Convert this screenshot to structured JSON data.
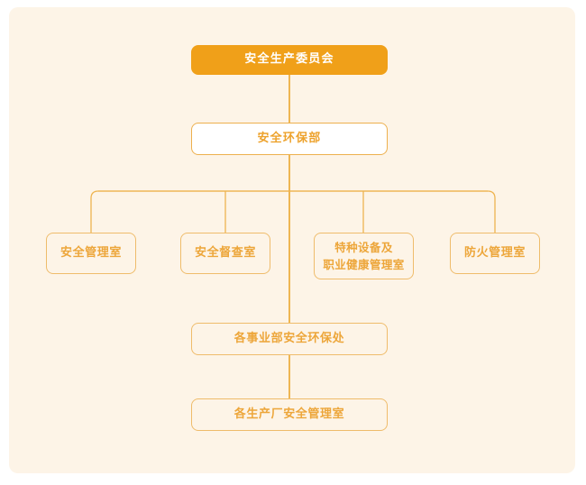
{
  "theme": {
    "page_background": "#ffffff",
    "panel_background": "#fdf4e7",
    "accent": "#f0a019",
    "line_color": "#eeb450",
    "trunk_line_color": "#eaa72e",
    "box_border": "#efbc6b",
    "primary_border": "#edb04e",
    "text_orange": "#eda63a",
    "text_white": "#ffffff"
  },
  "chart_data": {
    "type": "diagram",
    "title": "",
    "orientation": "top-down",
    "nodes": [
      {
        "id": "n1",
        "label": "安全生产委员会",
        "level": 1,
        "style": "root"
      },
      {
        "id": "n2",
        "label": "安全环保部",
        "level": 2,
        "style": "primary"
      },
      {
        "id": "n3",
        "label": "安全管理室",
        "level": 3,
        "style": "plain"
      },
      {
        "id": "n4",
        "label": "安全督查室",
        "level": 3,
        "style": "plain"
      },
      {
        "id": "n5",
        "label": "特种设备及\n职业健康管理室",
        "level": 3,
        "style": "plain"
      },
      {
        "id": "n6",
        "label": "防火管理室",
        "level": 3,
        "style": "plain"
      },
      {
        "id": "n7",
        "label": "各事业部安全环保处",
        "level": 4,
        "style": "plain"
      },
      {
        "id": "n8",
        "label": "各生产厂安全管理室",
        "level": 5,
        "style": "plain"
      }
    ],
    "edges": [
      {
        "from": "n1",
        "to": "n2"
      },
      {
        "from": "n2",
        "to": "n3"
      },
      {
        "from": "n2",
        "to": "n4"
      },
      {
        "from": "n2",
        "to": "n5"
      },
      {
        "from": "n2",
        "to": "n6"
      },
      {
        "from": "n2",
        "to": "n7"
      },
      {
        "from": "n7",
        "to": "n8"
      }
    ]
  },
  "org": {
    "root": {
      "label": "安全生产委员会"
    },
    "department": {
      "label": "安全环保部"
    },
    "offices": [
      {
        "label": "安全管理室"
      },
      {
        "label": "安全督查室"
      },
      {
        "label": "特种设备及\n职业健康管理室"
      },
      {
        "label": "防火管理室"
      }
    ],
    "division_level": {
      "label": "各事业部安全环保处"
    },
    "plant_level": {
      "label": "各生产厂安全管理室"
    }
  }
}
